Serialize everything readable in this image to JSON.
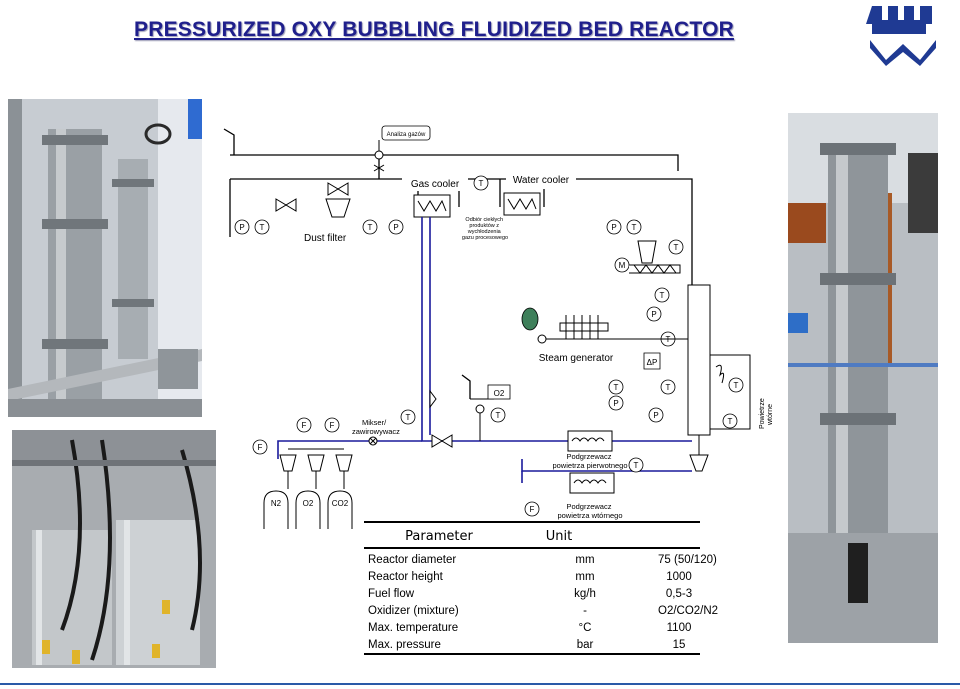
{
  "title": "PRESSURIZED OXY BUBBLING FLUIDIZED BED REACTOR",
  "colors": {
    "title": "#1f1f8c",
    "pipe_blue": "#1a1a9c",
    "logo_blue": "#1f3a93"
  },
  "diagram": {
    "analiza": "Analiza gazów",
    "gas_cooler": "Gas cooler",
    "water_cooler": "Water cooler",
    "dust_filter": "Dust filter",
    "odbior": [
      "Odbiór ciekłych",
      "produktów z",
      "wychłodzenia",
      "gazu procesowego"
    ],
    "steam_generator": "Steam generator",
    "mikser": [
      "Mikser/",
      "zawirowywacz"
    ],
    "o2": "O2",
    "podgrzewacz_pierwotny": [
      "Podgrzewacz",
      "powietrza pierwotnego"
    ],
    "podgrzewacz_wtorny": [
      "Podgrzewacz",
      "powietrza wtórnego"
    ],
    "powietrze_wtorne": [
      "Powietrze",
      "wtórne"
    ],
    "delta_p": "ΔP",
    "motor": "M",
    "sym_t": "T",
    "sym_p": "P",
    "sym_f": "F",
    "bottles": [
      "N2",
      "O2",
      "CO2"
    ]
  },
  "table": {
    "header": {
      "parameter": "Parameter",
      "unit": "Unit"
    },
    "rows": [
      {
        "name": "Reactor diameter",
        "unit": "mm",
        "value": "75 (50/120)"
      },
      {
        "name": "Reactor height",
        "unit": "mm",
        "value": "1000"
      },
      {
        "name": "Fuel flow",
        "unit": "kg/h",
        "value": "0,5-3"
      },
      {
        "name": "Oxidizer (mixture)",
        "unit": "-",
        "value": "O2/CO2/N2"
      },
      {
        "name": "Max. temperature",
        "unit": "°C",
        "value": "1100"
      },
      {
        "name": "Max. pressure",
        "unit": "bar",
        "value": "15"
      }
    ]
  }
}
